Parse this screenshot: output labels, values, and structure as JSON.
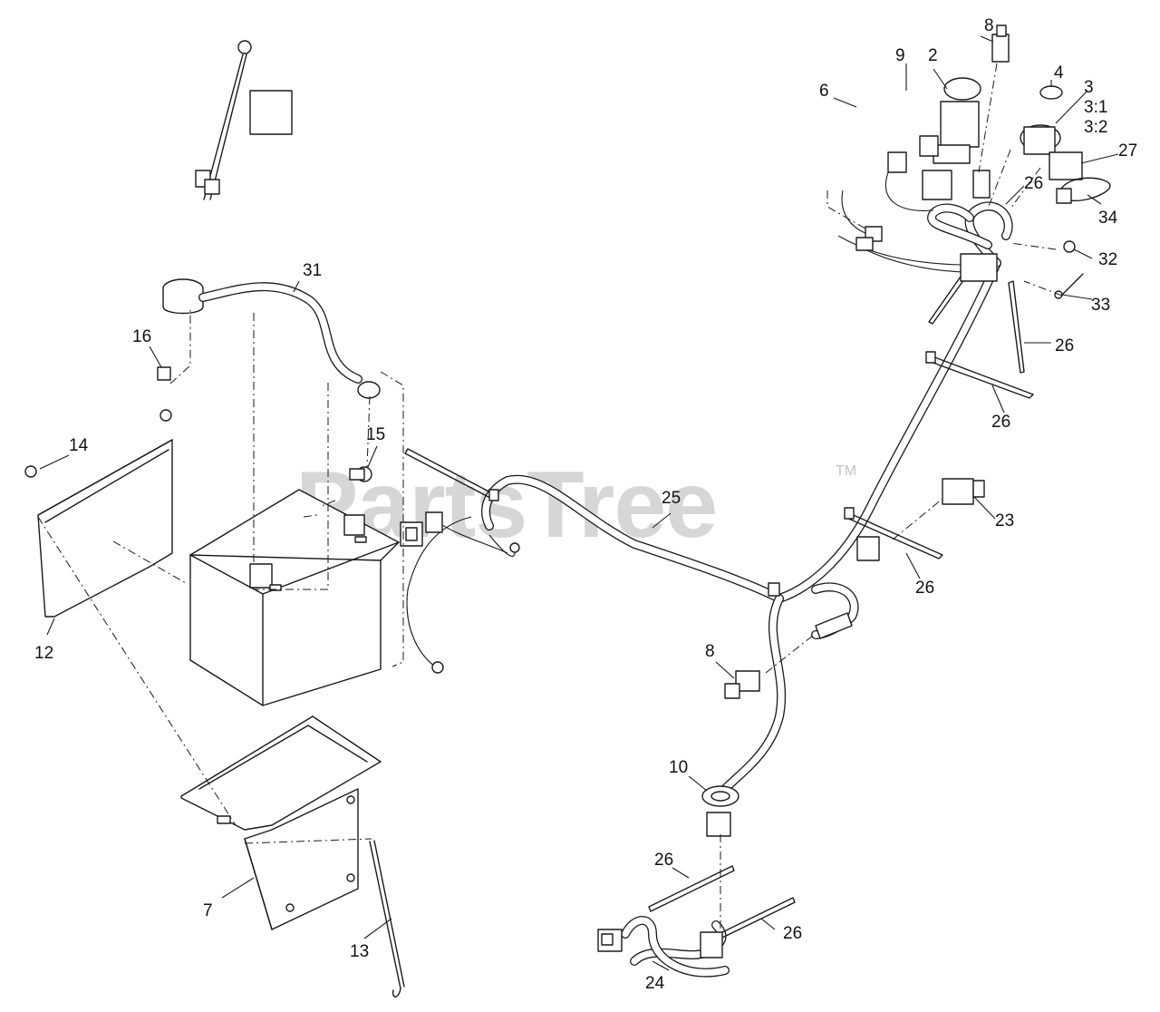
{
  "watermark": {
    "text": "PartsTree",
    "trademark": "TM"
  },
  "callouts": {
    "c2": "2",
    "c3": "3",
    "c3_1": "3:1",
    "c3_2": "3:2",
    "c4": "4",
    "c6": "6",
    "c7": "7",
    "c8_top": "8",
    "c8_mid": "8",
    "c9": "9",
    "c10": "10",
    "c12": "12",
    "c13": "13",
    "c14": "14",
    "c15": "15",
    "c16": "16",
    "c23": "23",
    "c24": "24",
    "c25": "25",
    "c26_a": "26",
    "c26_b": "26",
    "c26_c": "26",
    "c26_d": "26",
    "c26_e": "26",
    "c26_f": "26",
    "c27": "27",
    "c31": "31",
    "c32": "32",
    "c33": "33",
    "c34": "34"
  }
}
